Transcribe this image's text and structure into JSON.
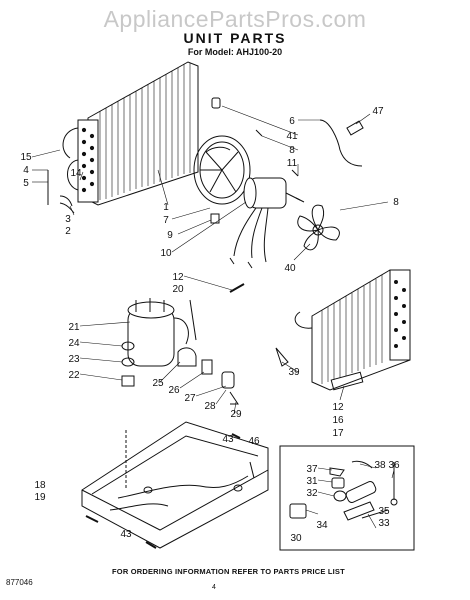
{
  "watermark": "AppliancePartsPros.com",
  "title": "UNIT PARTS",
  "model_line": "For Model: AHJ100-20",
  "footer_note": "FOR ORDERING INFORMATION REFER TO PARTS PRICE LIST",
  "doc_code": "877046",
  "page_number": "4",
  "callouts": [
    "15",
    "4",
    "5",
    "14",
    "3",
    "2",
    "1",
    "7",
    "9",
    "10",
    "6",
    "41",
    "8",
    "11",
    "47",
    "8",
    "40",
    "12",
    "20",
    "21",
    "24",
    "23",
    "22",
    "25",
    "26",
    "27",
    "28",
    "29",
    "39",
    "12",
    "16",
    "17",
    "43",
    "46",
    "18",
    "19",
    "43",
    "37",
    "31",
    "32",
    "38",
    "36",
    "35",
    "33",
    "34",
    "30"
  ]
}
